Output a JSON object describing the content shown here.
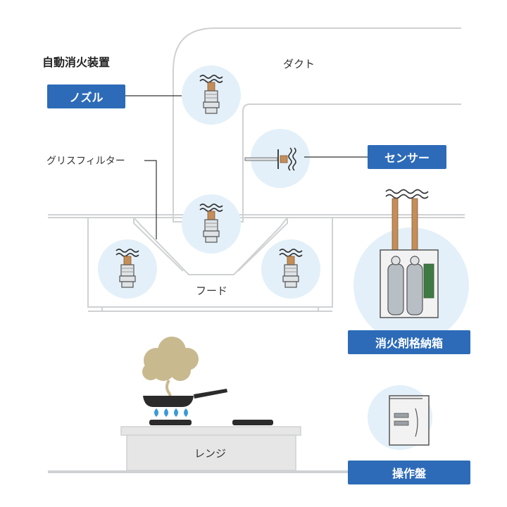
{
  "title": "自動消火装置",
  "labels": {
    "duct": "ダクト",
    "grease_filter": "グリスフィルター",
    "hood": "フード",
    "range": "レンジ"
  },
  "badges": {
    "nozzle": "ノズル",
    "sensor": "センサー",
    "extinguisher_box": "消火剤格納箱",
    "control_panel": "操作盤"
  },
  "colors": {
    "badge_blue": "#2d6bb8",
    "circle_bg": "#e3f0f9",
    "outline_gray": "#cfd1d3",
    "copper": "#c48e5a",
    "flame_blue": "#3a9ad9",
    "smoke": "#c9b98f"
  }
}
